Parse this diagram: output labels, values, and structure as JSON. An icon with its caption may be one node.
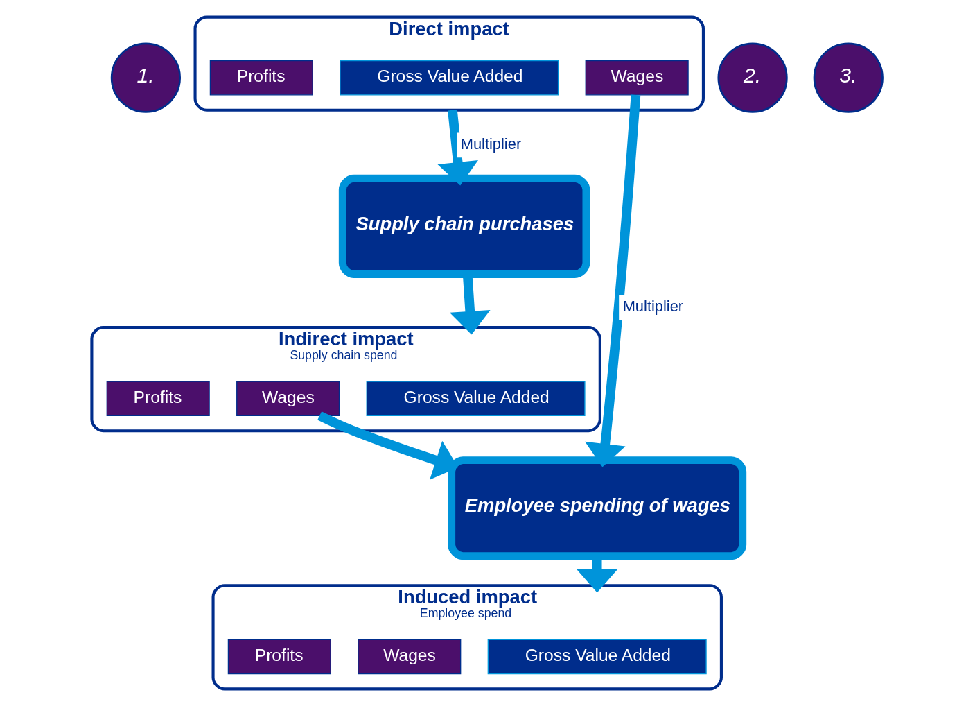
{
  "diagram": {
    "nodes": [
      {
        "text": [
          "1."
        ]
      },
      {
        "text": [
          "Direct impact"
        ]
      },
      {
        "text": [
          "Gross Value Added"
        ],
        "in": 1
      },
      {
        "text": [
          "Wages"
        ],
        "in": 1
      },
      {
        "text": [
          "Profits"
        ],
        "in": 1
      },
      {
        "text": [
          "Supply chain purchases"
        ]
      },
      {
        "text": [
          "Employee spending of wages"
        ]
      },
      {
        "text": [
          "2."
        ]
      },
      {
        "text": [
          "Indirect impact",
          "Supply chain spend"
        ]
      },
      {
        "text": [
          "Gross Value Added"
        ],
        "in": 8
      },
      {
        "text": [
          "Wages"
        ],
        "in": 8
      },
      {
        "text": [
          "Profits"
        ],
        "in": 8
      },
      {
        "text": [
          "3."
        ]
      },
      {
        "text": [
          "Induced impact",
          "Employee spend"
        ]
      },
      {
        "text": [
          "Gross Value Added"
        ],
        "in": 13
      },
      {
        "text": [
          "Wages"
        ],
        "in": 13
      },
      {
        "text": [
          "Profits"
        ],
        "in": 13
      }
    ],
    "edges": [
      {
        "from": 1,
        "to": 5,
        "arrow": "to",
        "label": "Multiplier"
      },
      {
        "from": 5,
        "to": 8,
        "arrow": "to"
      },
      {
        "from": 3,
        "to": 6,
        "arrow": "to",
        "label": "Multiplier"
      },
      {
        "from": 10,
        "to": 6,
        "arrow": "to"
      },
      {
        "from": 6,
        "to": 13,
        "arrow": "to"
      }
    ]
  }
}
